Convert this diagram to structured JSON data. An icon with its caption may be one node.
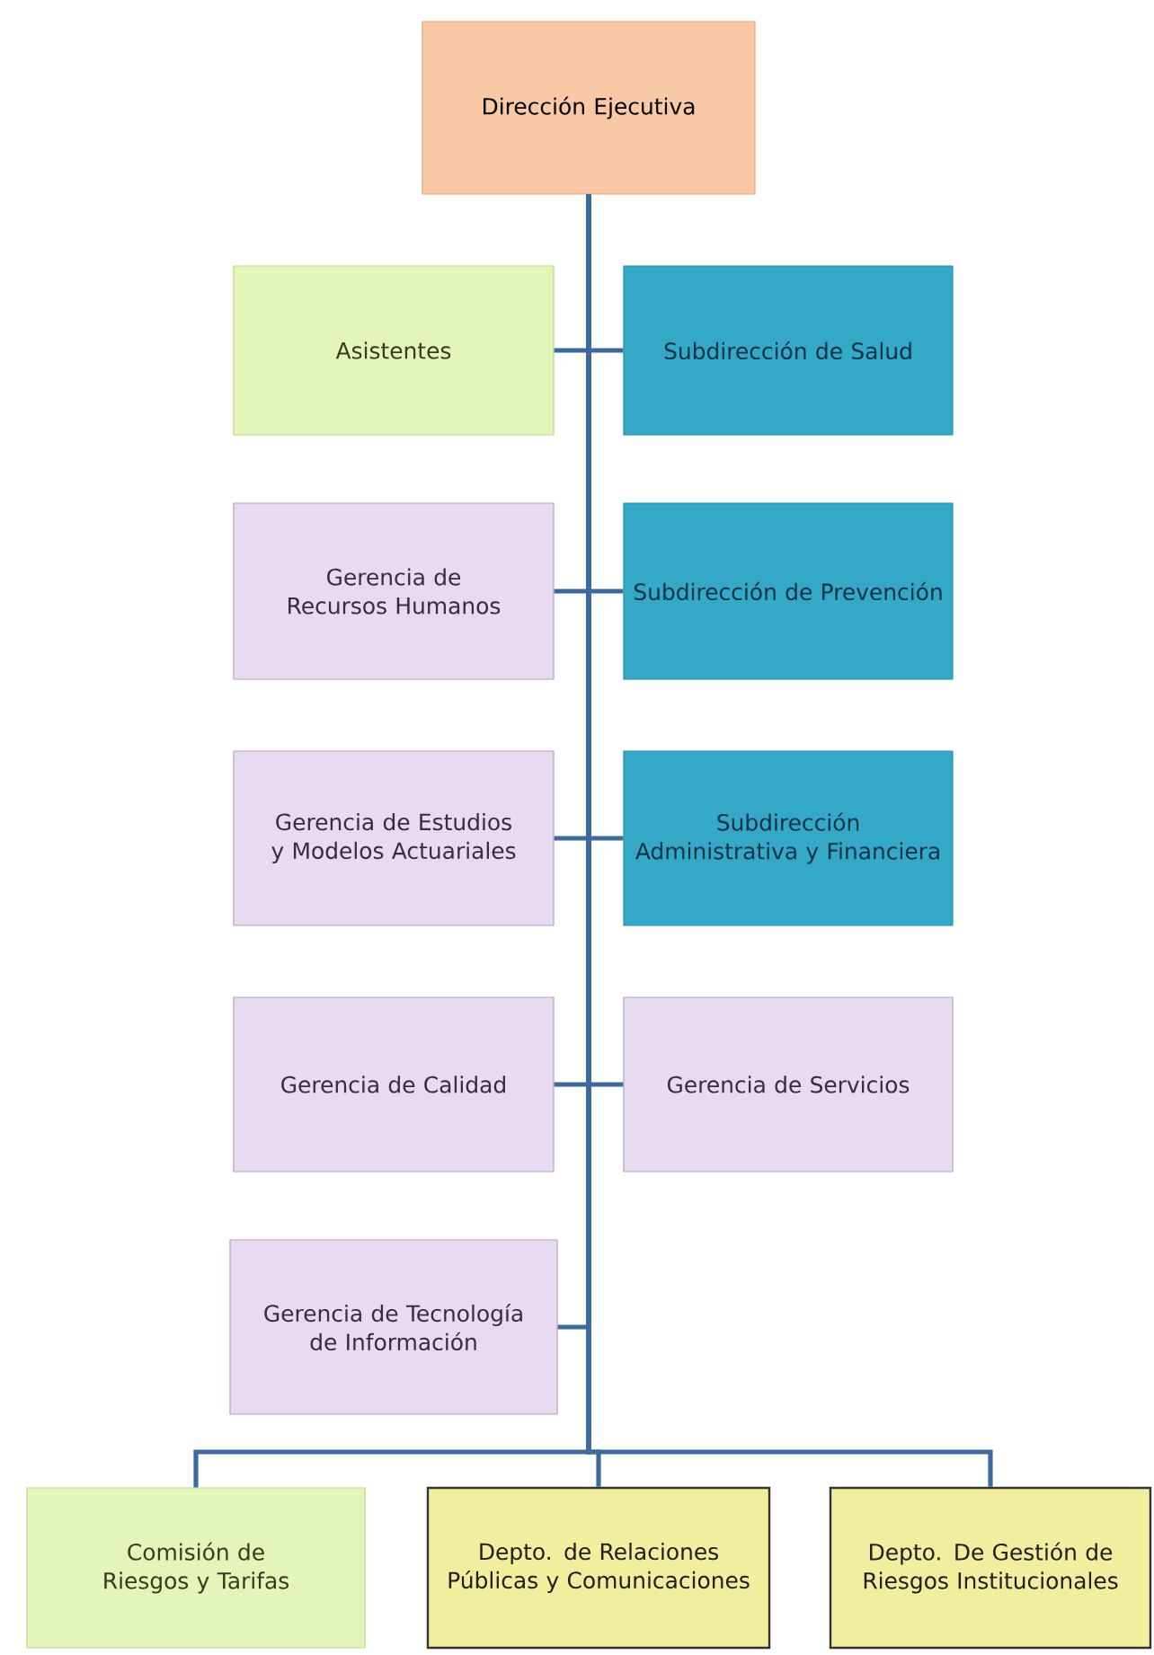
{
  "diagram": {
    "nodes": [
      {
        "text": [
          "Dirección Ejecutiva"
        ]
      },
      {
        "text": [
          "Asistentes"
        ]
      },
      {
        "text": [
          "Subdirección de Salud"
        ]
      },
      {
        "text": [
          "Gerencia de Recursos Humanos"
        ]
      },
      {
        "text": [
          "Subdirección de Prevención"
        ]
      },
      {
        "text": [
          "Gerencia de Estudios y Modelos Actuariales"
        ]
      },
      {
        "text": [
          "Subdirección Administrativa y Financiera"
        ]
      },
      {
        "text": [
          "Gerencia de Calidad"
        ]
      },
      {
        "text": [
          "Gerencia de Servicios"
        ]
      },
      {
        "text": [
          "Gerencia de Tecnología de Información"
        ]
      },
      {
        "text": [
          "Comisión de Riesgos y Tarifas"
        ]
      },
      {
        "text": [
          "Depto. de Relaciones Públicas y Comunicaciones"
        ]
      },
      {
        "text": [
          "Depto. De Gestión de Riesgos Institucionales"
        ]
      }
    ],
    "edges": [
      {
        "from": 0,
        "to": 1,
        "arrow": "none"
      },
      {
        "from": 0,
        "to": 2,
        "arrow": "none"
      },
      {
        "from": 0,
        "to": 3,
        "arrow": "none"
      },
      {
        "from": 0,
        "to": 4,
        "arrow": "none"
      },
      {
        "from": 0,
        "to": 5,
        "arrow": "none"
      },
      {
        "from": 0,
        "to": 6,
        "arrow": "none"
      },
      {
        "from": 0,
        "to": 7,
        "arrow": "none"
      },
      {
        "from": 0,
        "to": 8,
        "arrow": "none"
      },
      {
        "from": 0,
        "to": 9,
        "arrow": "none"
      },
      {
        "from": 0,
        "to": 10,
        "arrow": "none"
      },
      {
        "from": 0,
        "to": 11,
        "arrow": "none"
      },
      {
        "from": 0,
        "to": 12,
        "arrow": "none"
      }
    ]
  }
}
